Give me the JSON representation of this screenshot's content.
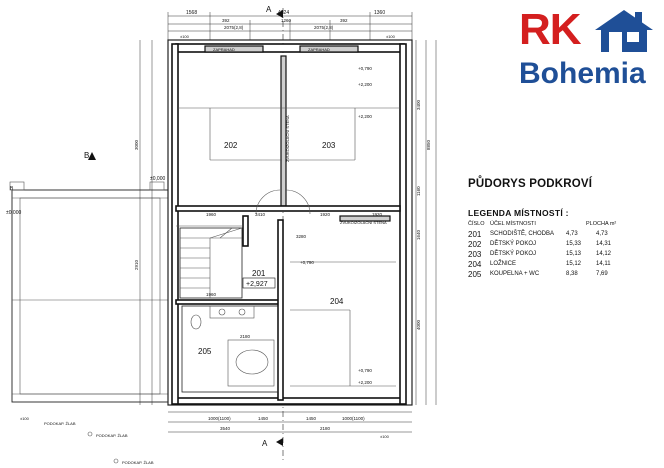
{
  "logo": {
    "rk": "RK",
    "bohemia": "Bohemia",
    "red": "#d41f1f",
    "blue": "#1f4f97"
  },
  "plan_title": "PŮDORYS PODKROVÍ",
  "legend": {
    "title": "LEGENDA MÍSTNOSTÍ :",
    "headers": {
      "number": "ČÍSLO",
      "purpose": "ÚČEL MÍSTNOSTI",
      "area": "PLOCHA m²"
    },
    "rooms": [
      {
        "number": "201",
        "name": "SCHODIŠTĚ, CHODBA",
        "area1": "4,73",
        "area2": "4,73"
      },
      {
        "number": "202",
        "name": "DĚTSKÝ POKOJ",
        "area1": "15,33",
        "area2": "14,31"
      },
      {
        "number": "203",
        "name": "DĚTSKÝ POKOJ",
        "area1": "15,13",
        "area2": "14,12"
      },
      {
        "number": "204",
        "name": "LOŽNICE",
        "area1": "15,12",
        "area2": "14,11"
      },
      {
        "number": "205",
        "name": "KOUPELNA + WC",
        "area1": "8,38",
        "area2": "7,69"
      }
    ]
  },
  "drawing": {
    "section_mark_top": "A",
    "section_mark_bottom": "A",
    "section_mark_left": "B",
    "section_mark_left_bottom": "B",
    "room_labels": {
      "r202": "202",
      "r203": "203",
      "r201": "201",
      "r201_level": "+2,927",
      "r204": "204",
      "r205": "205"
    },
    "top_dims": {
      "d1": "1568",
      "d2": "4024",
      "d3": "1360",
      "d4": "2075(2,8)",
      "d5": "1260",
      "d6": "2075(2,8)",
      "d7": "392",
      "d8": "392"
    },
    "wall_labels": {
      "w1": "ZAPRAHAD",
      "w2": "ZAPRAHAD",
      "w3": "ZVUKOIZOLAČNÍ STĚNA",
      "w4": "ZVUKOIZOLAČNÍ STĚNA"
    },
    "mid_dims": {
      "m1": "1960",
      "m2": "3410",
      "m3": "1920",
      "m4": "3280",
      "m5": "1920",
      "m6": "2180",
      "m7": "1960"
    },
    "bottom_dims": {
      "b1": "1000(1100)",
      "b2": "1450",
      "b3": "1450",
      "b4": "1000(1100)",
      "b5": "3540",
      "b6": "2180"
    },
    "bottom_labels": {
      "p1": "PODOKAP. ŽLAB",
      "p2": "PODOKAP. ŽLAB",
      "p3": "PODOKAP. ŽLAB"
    },
    "side_dims": {
      "s1": "3000",
      "s2": "1160",
      "s3": "1640",
      "s4": "4000",
      "s5": "8850",
      "s6": "3400",
      "s7": "2910"
    },
    "level_marks": {
      "l1": "+0,790",
      "l2": "+2,200",
      "l3": "+2,200",
      "l4": "+0,790",
      "l5": "+2,200",
      "l6": "+0,790",
      "l7": "±0,000",
      "l8": "±0,000"
    },
    "small_labels": {
      "top_left": "±100",
      "top_right": "±100",
      "bot_left": "±100",
      "bot_right": "±100"
    }
  }
}
